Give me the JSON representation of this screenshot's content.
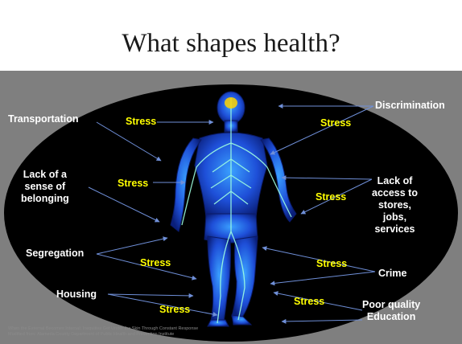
{
  "title": "What shapes health?",
  "labels": {
    "transportation": "Transportation",
    "lack_belonging": [
      "Lack of a",
      "sense of",
      "belonging"
    ],
    "segregation": "Segregation",
    "housing": "Housing",
    "discrimination": "Discrimination",
    "lack_access": [
      "Lack of",
      "access to",
      "stores,",
      "jobs,",
      "services"
    ],
    "crime": "Crime",
    "poor_education": [
      "Poor quality",
      "Education"
    ]
  },
  "stress_label": "Stress",
  "credit": [
    "When the External Becomes Internal: Inequities Get Under the Skin Through Constant Response",
    "Modified from: Alameda County Department of Public Health and Prevention Institute"
  ],
  "colors": {
    "panel": "#7f7f7f",
    "ellipse": "#000000",
    "label": "#ffffff",
    "stress": "#ffff00",
    "arrow": "#6f8fd8",
    "body_glow": "#1e5aff",
    "nerve": "#9fffe0"
  }
}
